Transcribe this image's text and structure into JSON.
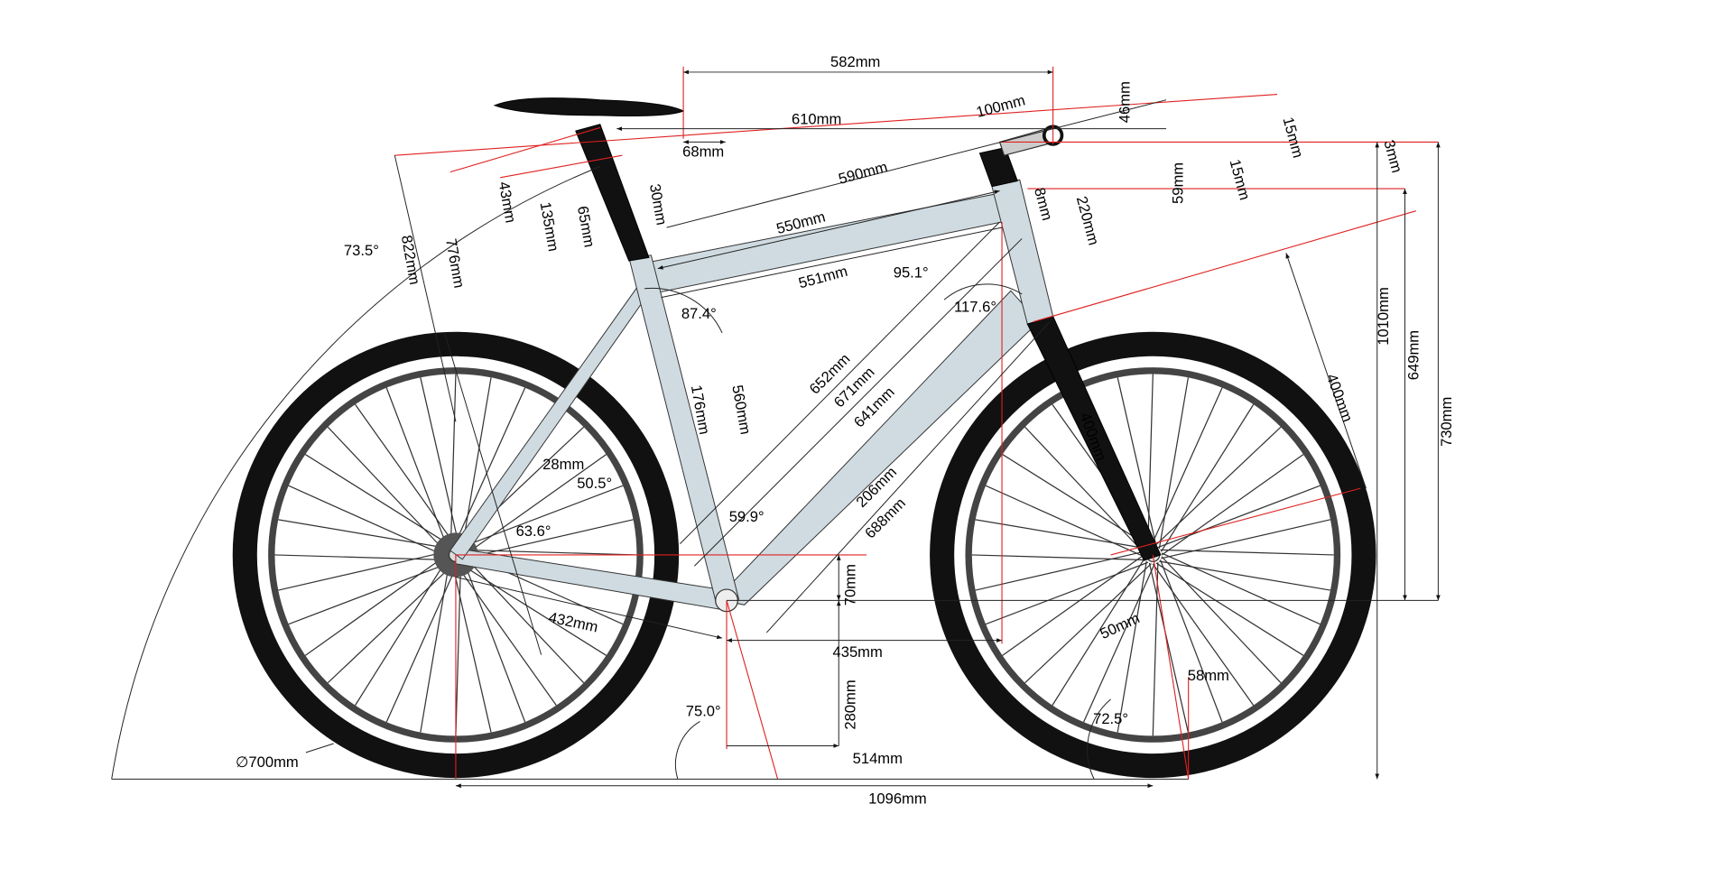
{
  "diagram": {
    "title": "Bicycle frame geometry",
    "labels": [
      "582mm",
      "610mm",
      "68mm",
      "100mm",
      "46mm",
      "15mm",
      "3mm",
      "59mm",
      "15mm",
      "8mm",
      "220mm",
      "590mm",
      "550mm",
      "551mm",
      "30mm",
      "65mm",
      "135mm",
      "43mm",
      "776mm",
      "822mm",
      "73.5°",
      "95.1°",
      "117.6°",
      "87.4°",
      "652mm",
      "671mm",
      "641mm",
      "176mm",
      "560mm",
      "28mm",
      "50.5°",
      "206mm",
      "688mm",
      "59.9°",
      "63.6°",
      "1010mm",
      "649mm",
      "730mm",
      "400mm",
      "400mm",
      "70mm",
      "432mm",
      "435mm",
      "50mm",
      "58mm",
      "280mm",
      "75.0°",
      "72.5°",
      "514mm",
      "∅700mm",
      "1096mm"
    ],
    "colors": {
      "frame": "#cfdbe1",
      "reference_lines": "#e02020",
      "dimension_lines": "#222222",
      "components": "#111111"
    },
    "wheel_spokes": 32
  }
}
